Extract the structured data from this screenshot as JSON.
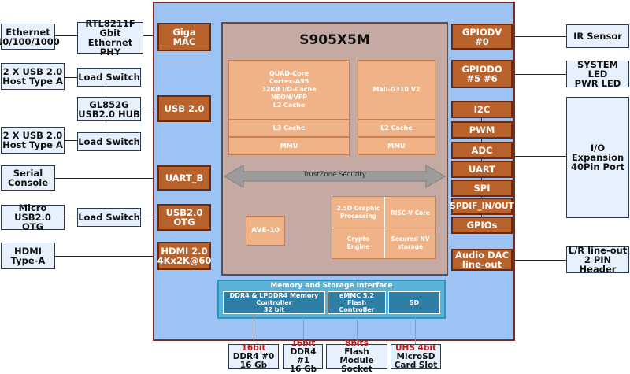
{
  "soc": {
    "title": "S905X5M",
    "cpu": [
      "QUAD-Core",
      "Cortex-A55",
      "32KB I/D-Cache",
      "NEON/VFP",
      "L2 Cache"
    ],
    "l3_cache": "L3 Cache",
    "mmu_cpu": "MMU",
    "gpu": "Mali-G310 V2",
    "l2_cache_gpu": "L2 Cache",
    "mmu_gpu": "MMU",
    "trustzone": "TrustZone Security",
    "ave": "AVE-10",
    "graphic_2d": [
      "2.5D Graphic",
      "Processing"
    ],
    "riscv": "RISC-V Core",
    "crypto": [
      "Crypto",
      "Engine"
    ],
    "secured_nv": [
      "Secured NV",
      "storage"
    ]
  },
  "left_interfaces": {
    "giga_mac": [
      "Giga",
      "MAC"
    ],
    "usb20": "USB 2.0",
    "uart_b": "UART_B",
    "usb20_otg": [
      "USB2.0",
      "OTG"
    ],
    "hdmi": [
      "HDMI 2.0",
      "4Kx2K@60"
    ]
  },
  "left_external": {
    "ethernet": [
      "Ethernet",
      "10/100/1000"
    ],
    "phy": [
      "RTL8211F",
      "Gbit",
      "Ethernet PHY"
    ],
    "usb_host_top": [
      "2 X USB 2.0",
      "Host Type A"
    ],
    "load_switch_top": "Load Switch",
    "hub": [
      "GL852G",
      "USB2.0 HUB"
    ],
    "usb_host_bottom": [
      "2 X USB 2.0",
      "Host Type A"
    ],
    "load_switch_bottom": "Load Switch",
    "serial": [
      "Serial",
      "Console"
    ],
    "micro_usb": [
      "Micro USB2.0",
      "OTG"
    ],
    "load_switch_otg": "Load Switch",
    "hdmi_port": [
      "HDMI",
      "Type-A"
    ]
  },
  "right_interfaces": {
    "gpiodv": [
      "GPIODV",
      "#0"
    ],
    "gpiodo": [
      "GPIODO",
      "#5 #6"
    ],
    "i2c": "I2C",
    "pwm": "PWM",
    "adc": "ADC",
    "uart": "UART",
    "spi": "SPI",
    "spdif": "SPDIF_IN/OUT",
    "gpios": "GPIOs",
    "audio_dac": [
      "Audio DAC",
      "line-out"
    ]
  },
  "right_external": {
    "ir_sensor": "IR Sensor",
    "leds": [
      "SYSTEM LED",
      "PWR LED"
    ],
    "io_expansion": [
      "I/O Expansion",
      "40Pin Port"
    ],
    "line_out": [
      "L/R line-out",
      "2 PIN Header"
    ]
  },
  "memory": {
    "title": "Memory and Storage Interface",
    "ddr_ctrl": [
      "DDR4 & LPDDR4 Memory",
      "Controller",
      "32 bit"
    ],
    "emmc": [
      "eMMC 5.2",
      "Flash Controller"
    ],
    "sd": "SD"
  },
  "bottom_external": {
    "ddr0": {
      "bits": "16bit",
      "lines": [
        "DDR4 #0",
        "16 Gb"
      ]
    },
    "ddr1": {
      "bits": "16bit",
      "lines": [
        "DDR4 #1",
        "16 Gb"
      ]
    },
    "flash": {
      "bits": "8bits",
      "lines": [
        "Flash Module",
        "Socket"
      ]
    },
    "microsd": {
      "bits": "UHS 4bit",
      "lines": [
        "MicroSD",
        "Card Slot"
      ]
    }
  },
  "colors": {
    "board": "#9dc3f5",
    "board_border": "#7b2c1e",
    "interface_block": "#b9622c",
    "core_block": "#f0b387",
    "soc": "#c4aaa2",
    "memory_block": "#2f7ea6",
    "external_box": "#e6f1fd",
    "bit_label": "#c01b1b"
  }
}
